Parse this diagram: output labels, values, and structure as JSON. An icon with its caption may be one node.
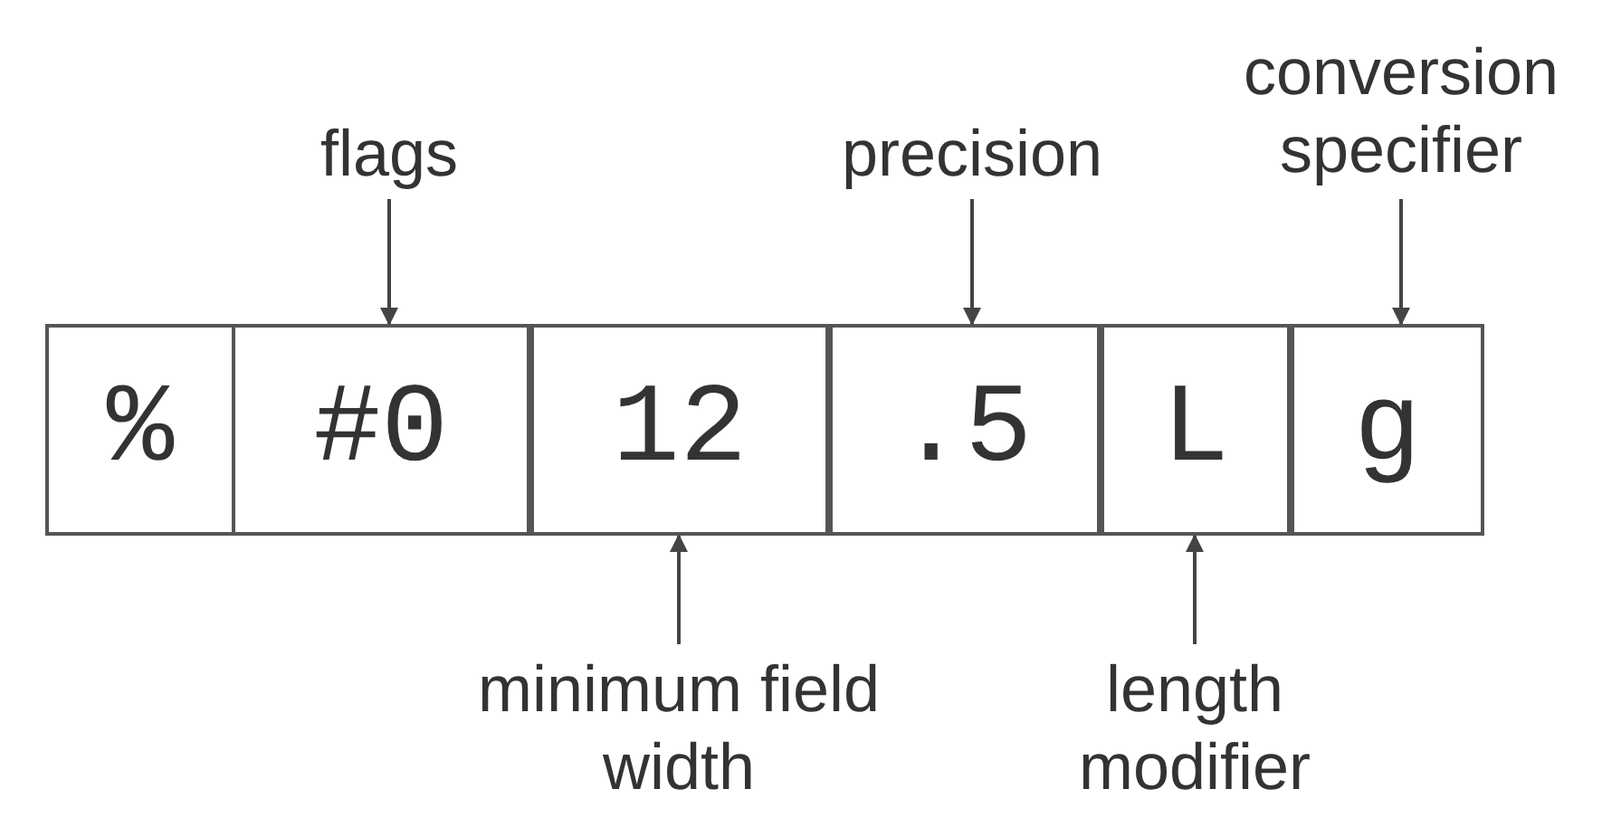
{
  "diagram": {
    "nodes": [
      {
        "text": [
          "%"
        ]
      },
      {
        "text": [
          "#0"
        ]
      },
      {
        "text": [
          "12"
        ]
      },
      {
        "text": [
          ".5"
        ]
      },
      {
        "text": [
          "L"
        ]
      },
      {
        "text": [
          "g"
        ]
      },
      {
        "text": [
          "flags"
        ]
      },
      {
        "text": [
          "precision"
        ]
      },
      {
        "text": [
          "conversion specifier"
        ]
      },
      {
        "text": [
          "minimum field width"
        ]
      },
      {
        "text": [
          "length modifier"
        ]
      }
    ],
    "edges": [
      {
        "from": 6,
        "to": 1,
        "arrow": "to"
      },
      {
        "from": 7,
        "to": 3,
        "arrow": "to"
      },
      {
        "from": 8,
        "to": 5,
        "arrow": "to"
      },
      {
        "from": 9,
        "to": 2,
        "arrow": "to"
      },
      {
        "from": 10,
        "to": 4,
        "arrow": "to"
      }
    ]
  }
}
